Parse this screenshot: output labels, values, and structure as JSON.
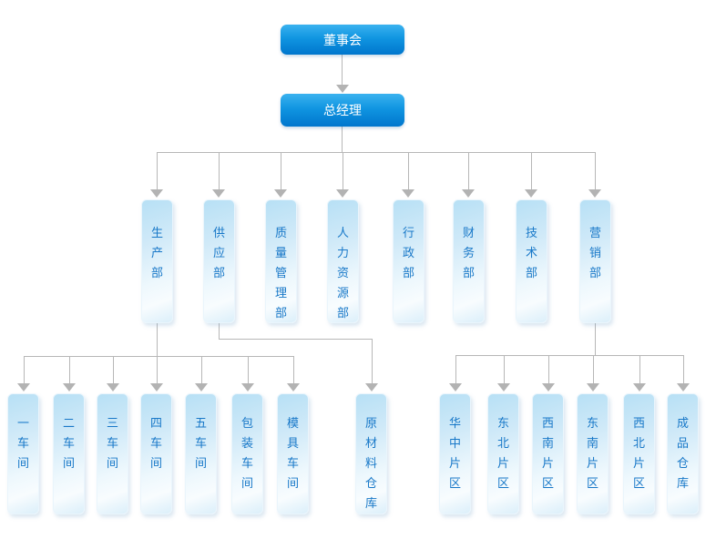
{
  "colors": {
    "node_blue_top": "#3ab2ef",
    "node_blue_bottom": "#0076cd",
    "node_blue_text": "#ffffff",
    "branch_fill_light": "#cfe9f8",
    "branch_text_blue": "#1878c8",
    "connector_gray": "#b7b7b7",
    "background": "#ffffff"
  },
  "org_chart": {
    "board": {
      "label": "董事会"
    },
    "general_manager": {
      "label": "总经理"
    },
    "departments": [
      {
        "label": "生产部"
      },
      {
        "label": "供应部"
      },
      {
        "label": "质量管理部"
      },
      {
        "label": "人力资源部"
      },
      {
        "label": "行政部"
      },
      {
        "label": "财务部"
      },
      {
        "label": "技术部"
      },
      {
        "label": "营销部"
      }
    ],
    "production_children": [
      {
        "label": "一车间"
      },
      {
        "label": "二车间"
      },
      {
        "label": "三车间"
      },
      {
        "label": "四车间"
      },
      {
        "label": "五车间"
      },
      {
        "label": "包装车间"
      },
      {
        "label": "模具车间"
      }
    ],
    "supply_children": [
      {
        "label": "原材料仓库"
      }
    ],
    "marketing_children": [
      {
        "label": "华中片区"
      },
      {
        "label": "东北片区"
      },
      {
        "label": "西南片区"
      },
      {
        "label": "东南片区"
      },
      {
        "label": "西北片区"
      },
      {
        "label": "成品仓库"
      }
    ]
  }
}
